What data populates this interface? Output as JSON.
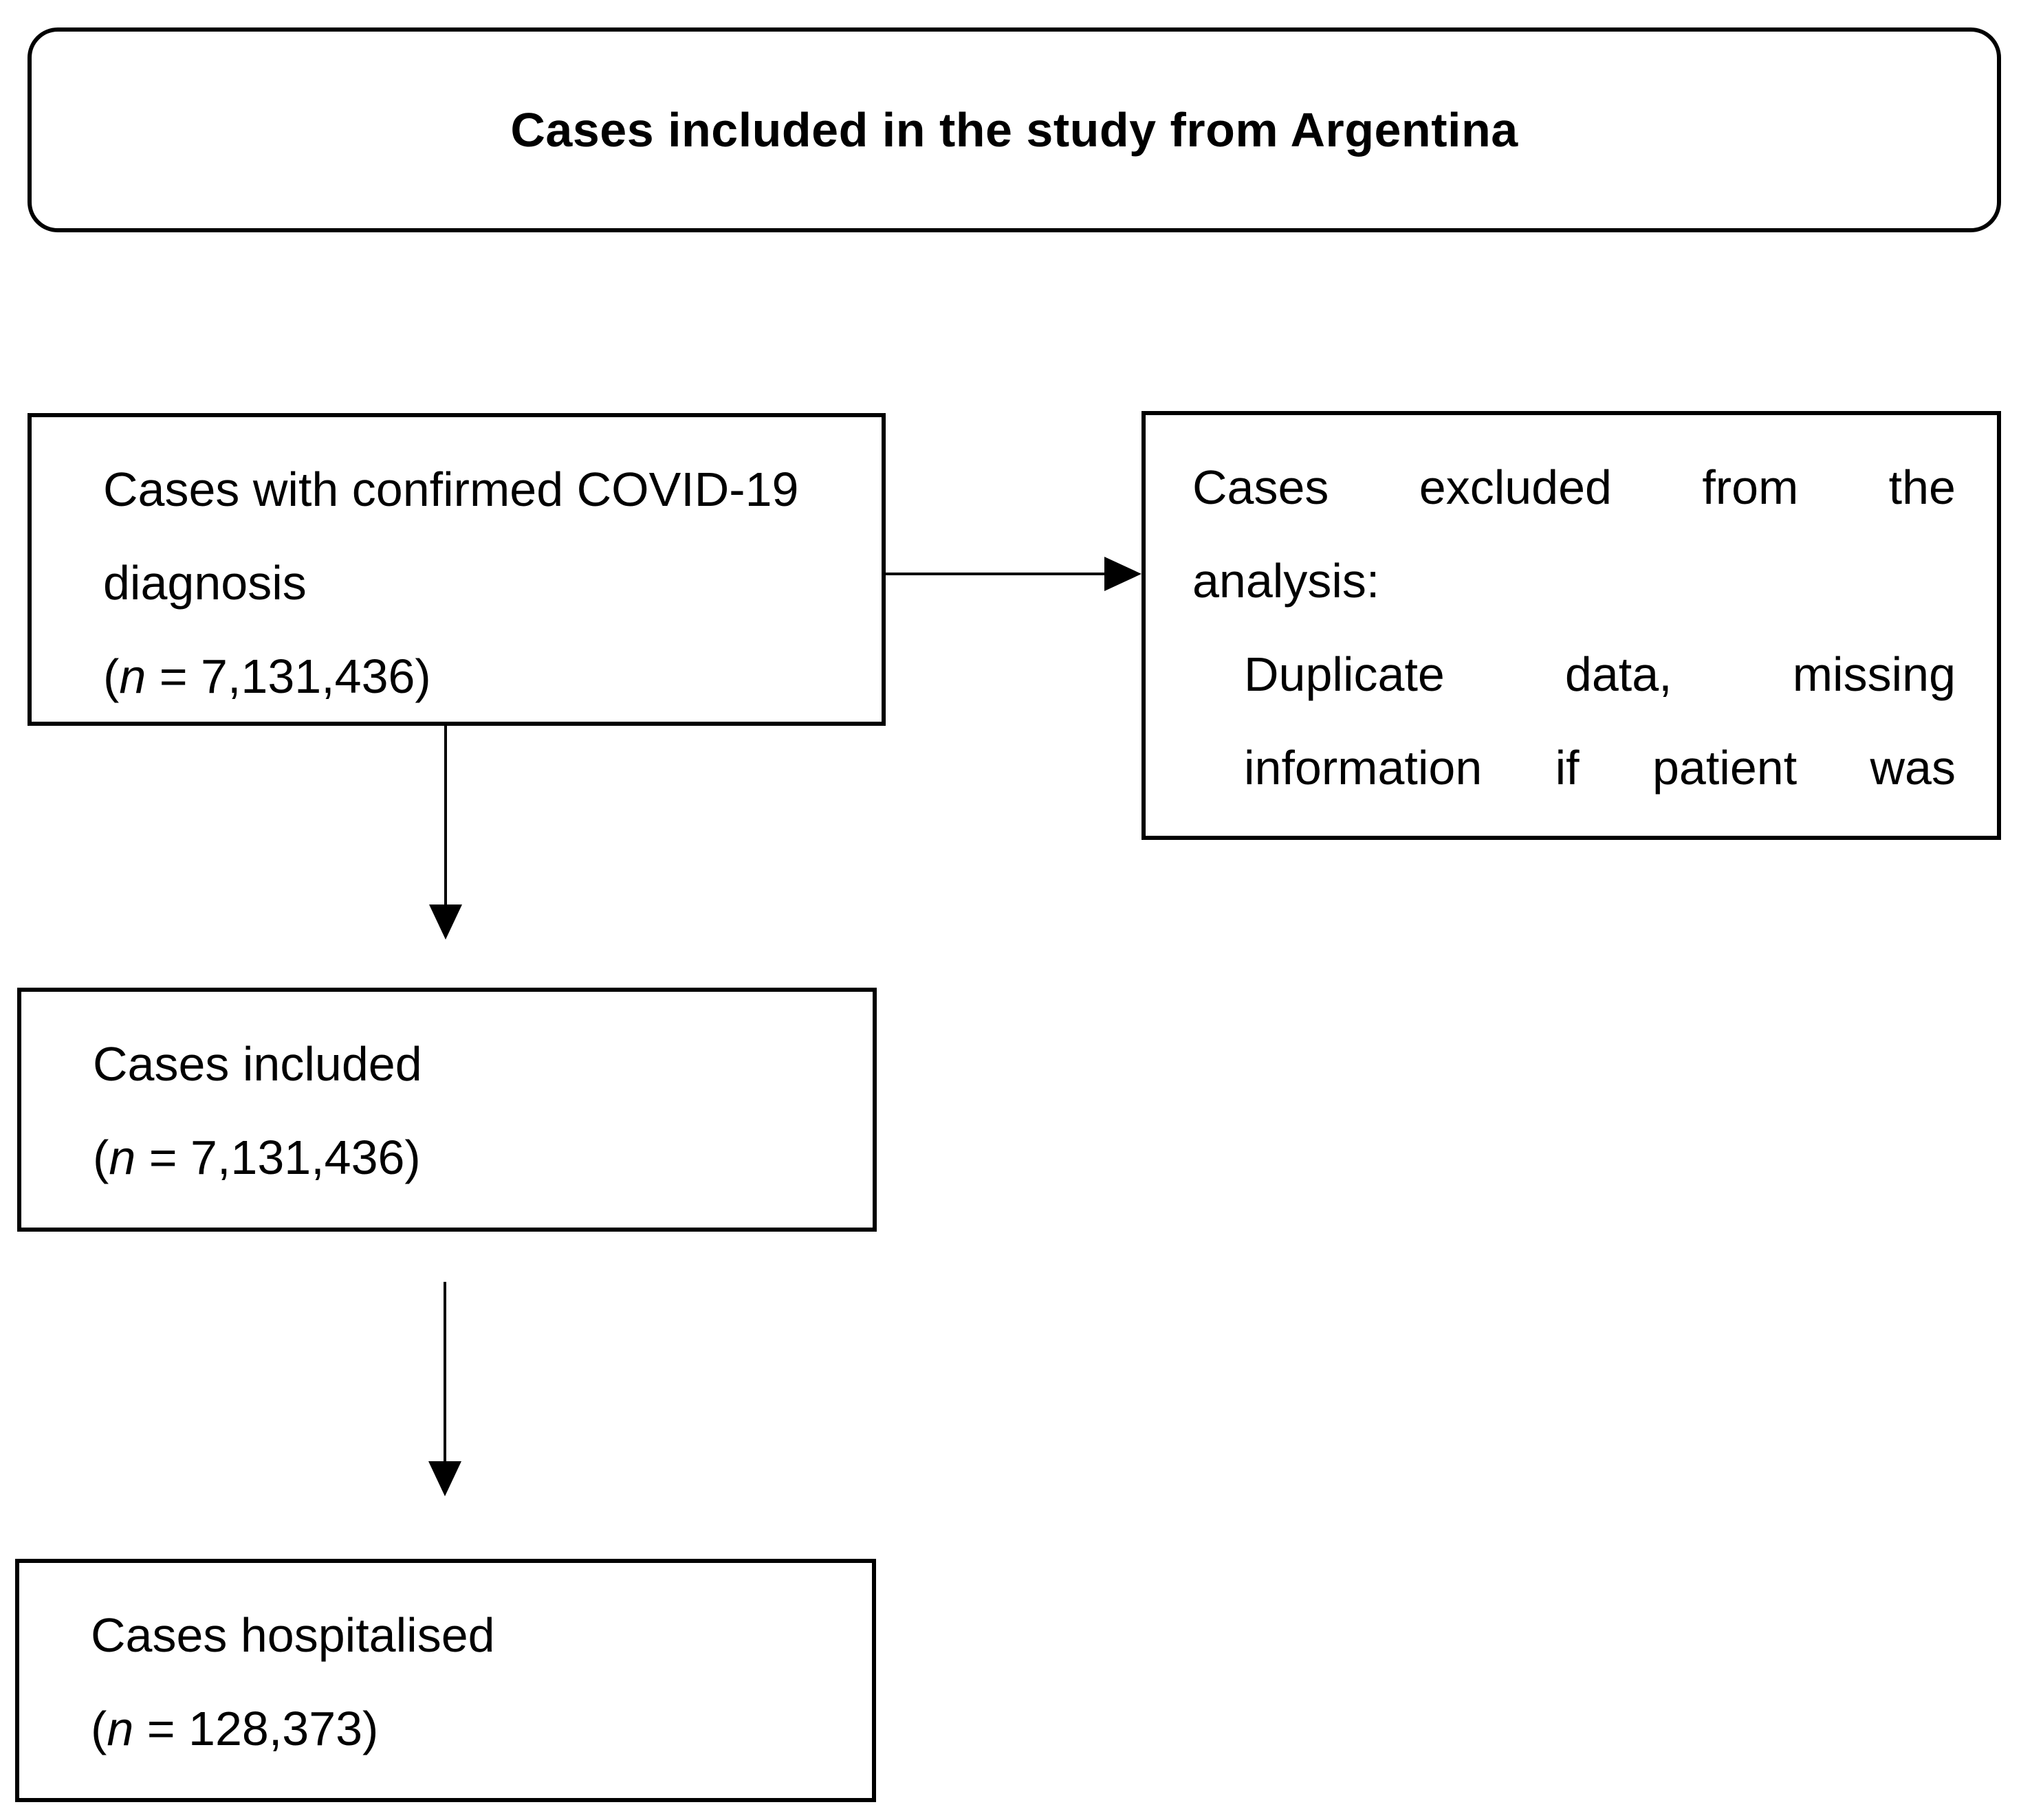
{
  "title": "Cases included in the study from Argentina",
  "confirmed": {
    "line1": "Cases with confirmed COVID-19",
    "line2": "diagnosis",
    "count_prefix": "(",
    "n": "n",
    "count_value": " = 7,131,436)"
  },
  "excluded": {
    "line1_words": [
      "Cases",
      "excluded",
      "from",
      "the"
    ],
    "line2": "analysis:",
    "line3_words": [
      "Duplicate",
      "data,",
      "missing"
    ],
    "line4_words": [
      "information",
      "if",
      "patient",
      "was"
    ]
  },
  "included": {
    "line1": "Cases included",
    "count_prefix": "(",
    "n": "n",
    "count_value": " = 7,131,436)"
  },
  "hospitalised": {
    "line1": "Cases hospitalised",
    "count_prefix": "(",
    "n": "n",
    "count_value": " = 128,373)"
  }
}
